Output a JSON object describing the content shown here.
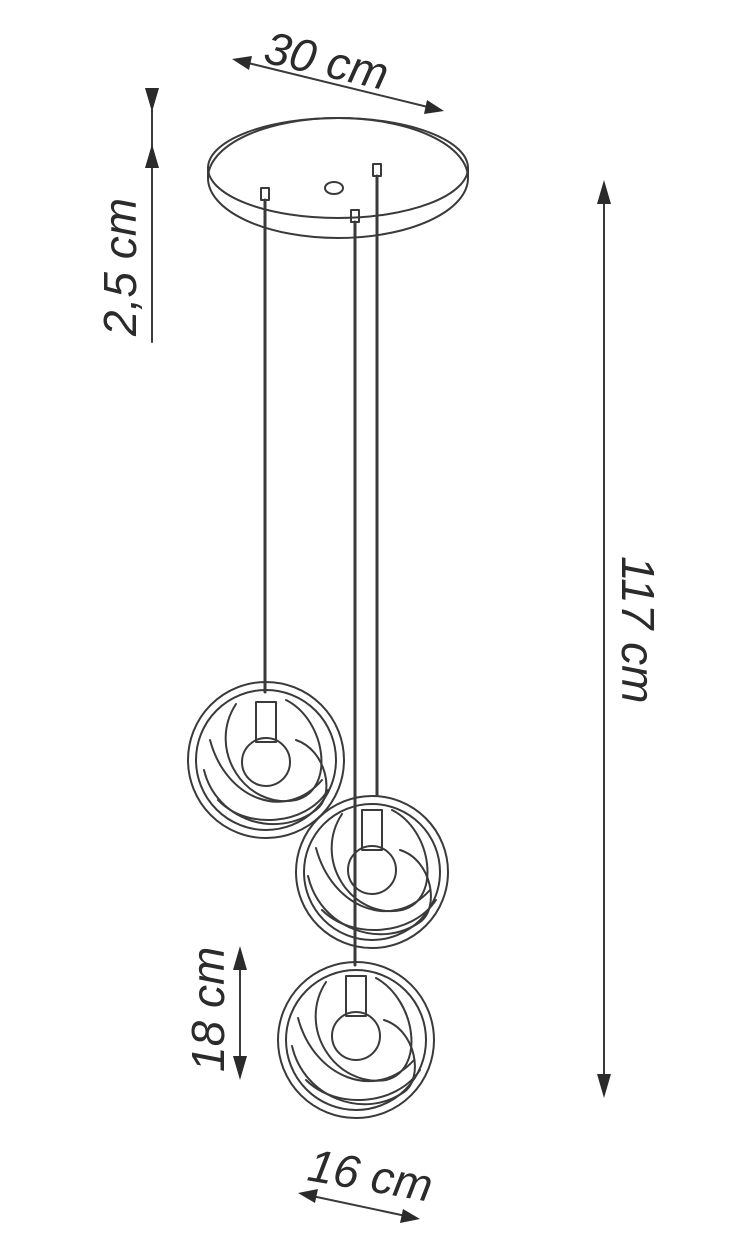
{
  "diagram": {
    "dimensions": {
      "canopy_width": "30 cm",
      "canopy_height": "2,5 cm",
      "total_height": "117 cm",
      "shade_height": "18 cm",
      "shade_width": "16 cm"
    },
    "colors": {
      "line": "#3a3a3a",
      "text": "#2b2b2b",
      "background": "#ffffff"
    }
  }
}
